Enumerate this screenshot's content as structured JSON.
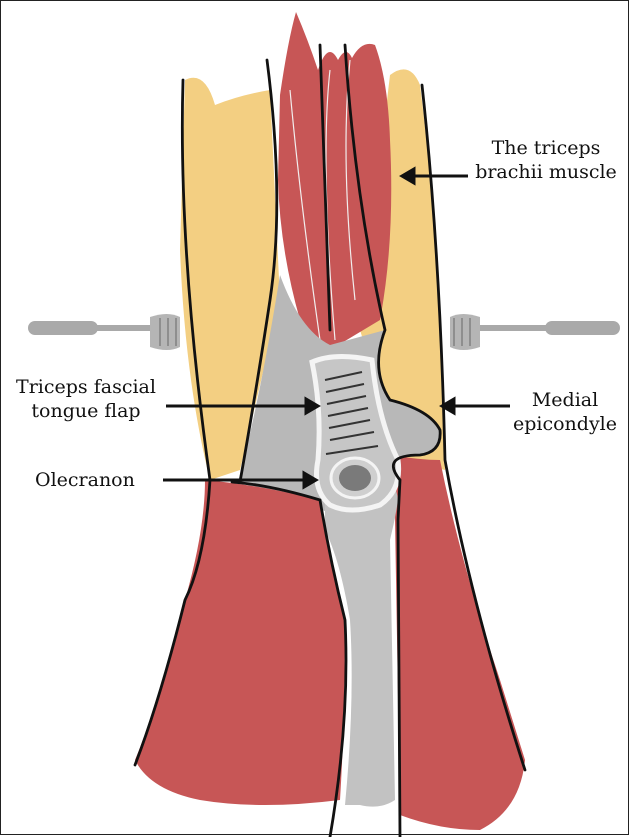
{
  "labels": {
    "triceps_muscle": [
      "The triceps",
      "brachii muscle"
    ],
    "fascial_flap": [
      "Triceps fascial",
      "tongue flap"
    ],
    "medial_epicondyle": [
      "Medial",
      "epicondyle"
    ],
    "olecranon": "Olecranon"
  },
  "colors": {
    "fat": "#f3cf82",
    "muscle": "#c75656",
    "fascia": "#b8b8b8",
    "bone": "#c2c2c2",
    "retractor": "#a9a9a9",
    "outline": "#111111"
  }
}
